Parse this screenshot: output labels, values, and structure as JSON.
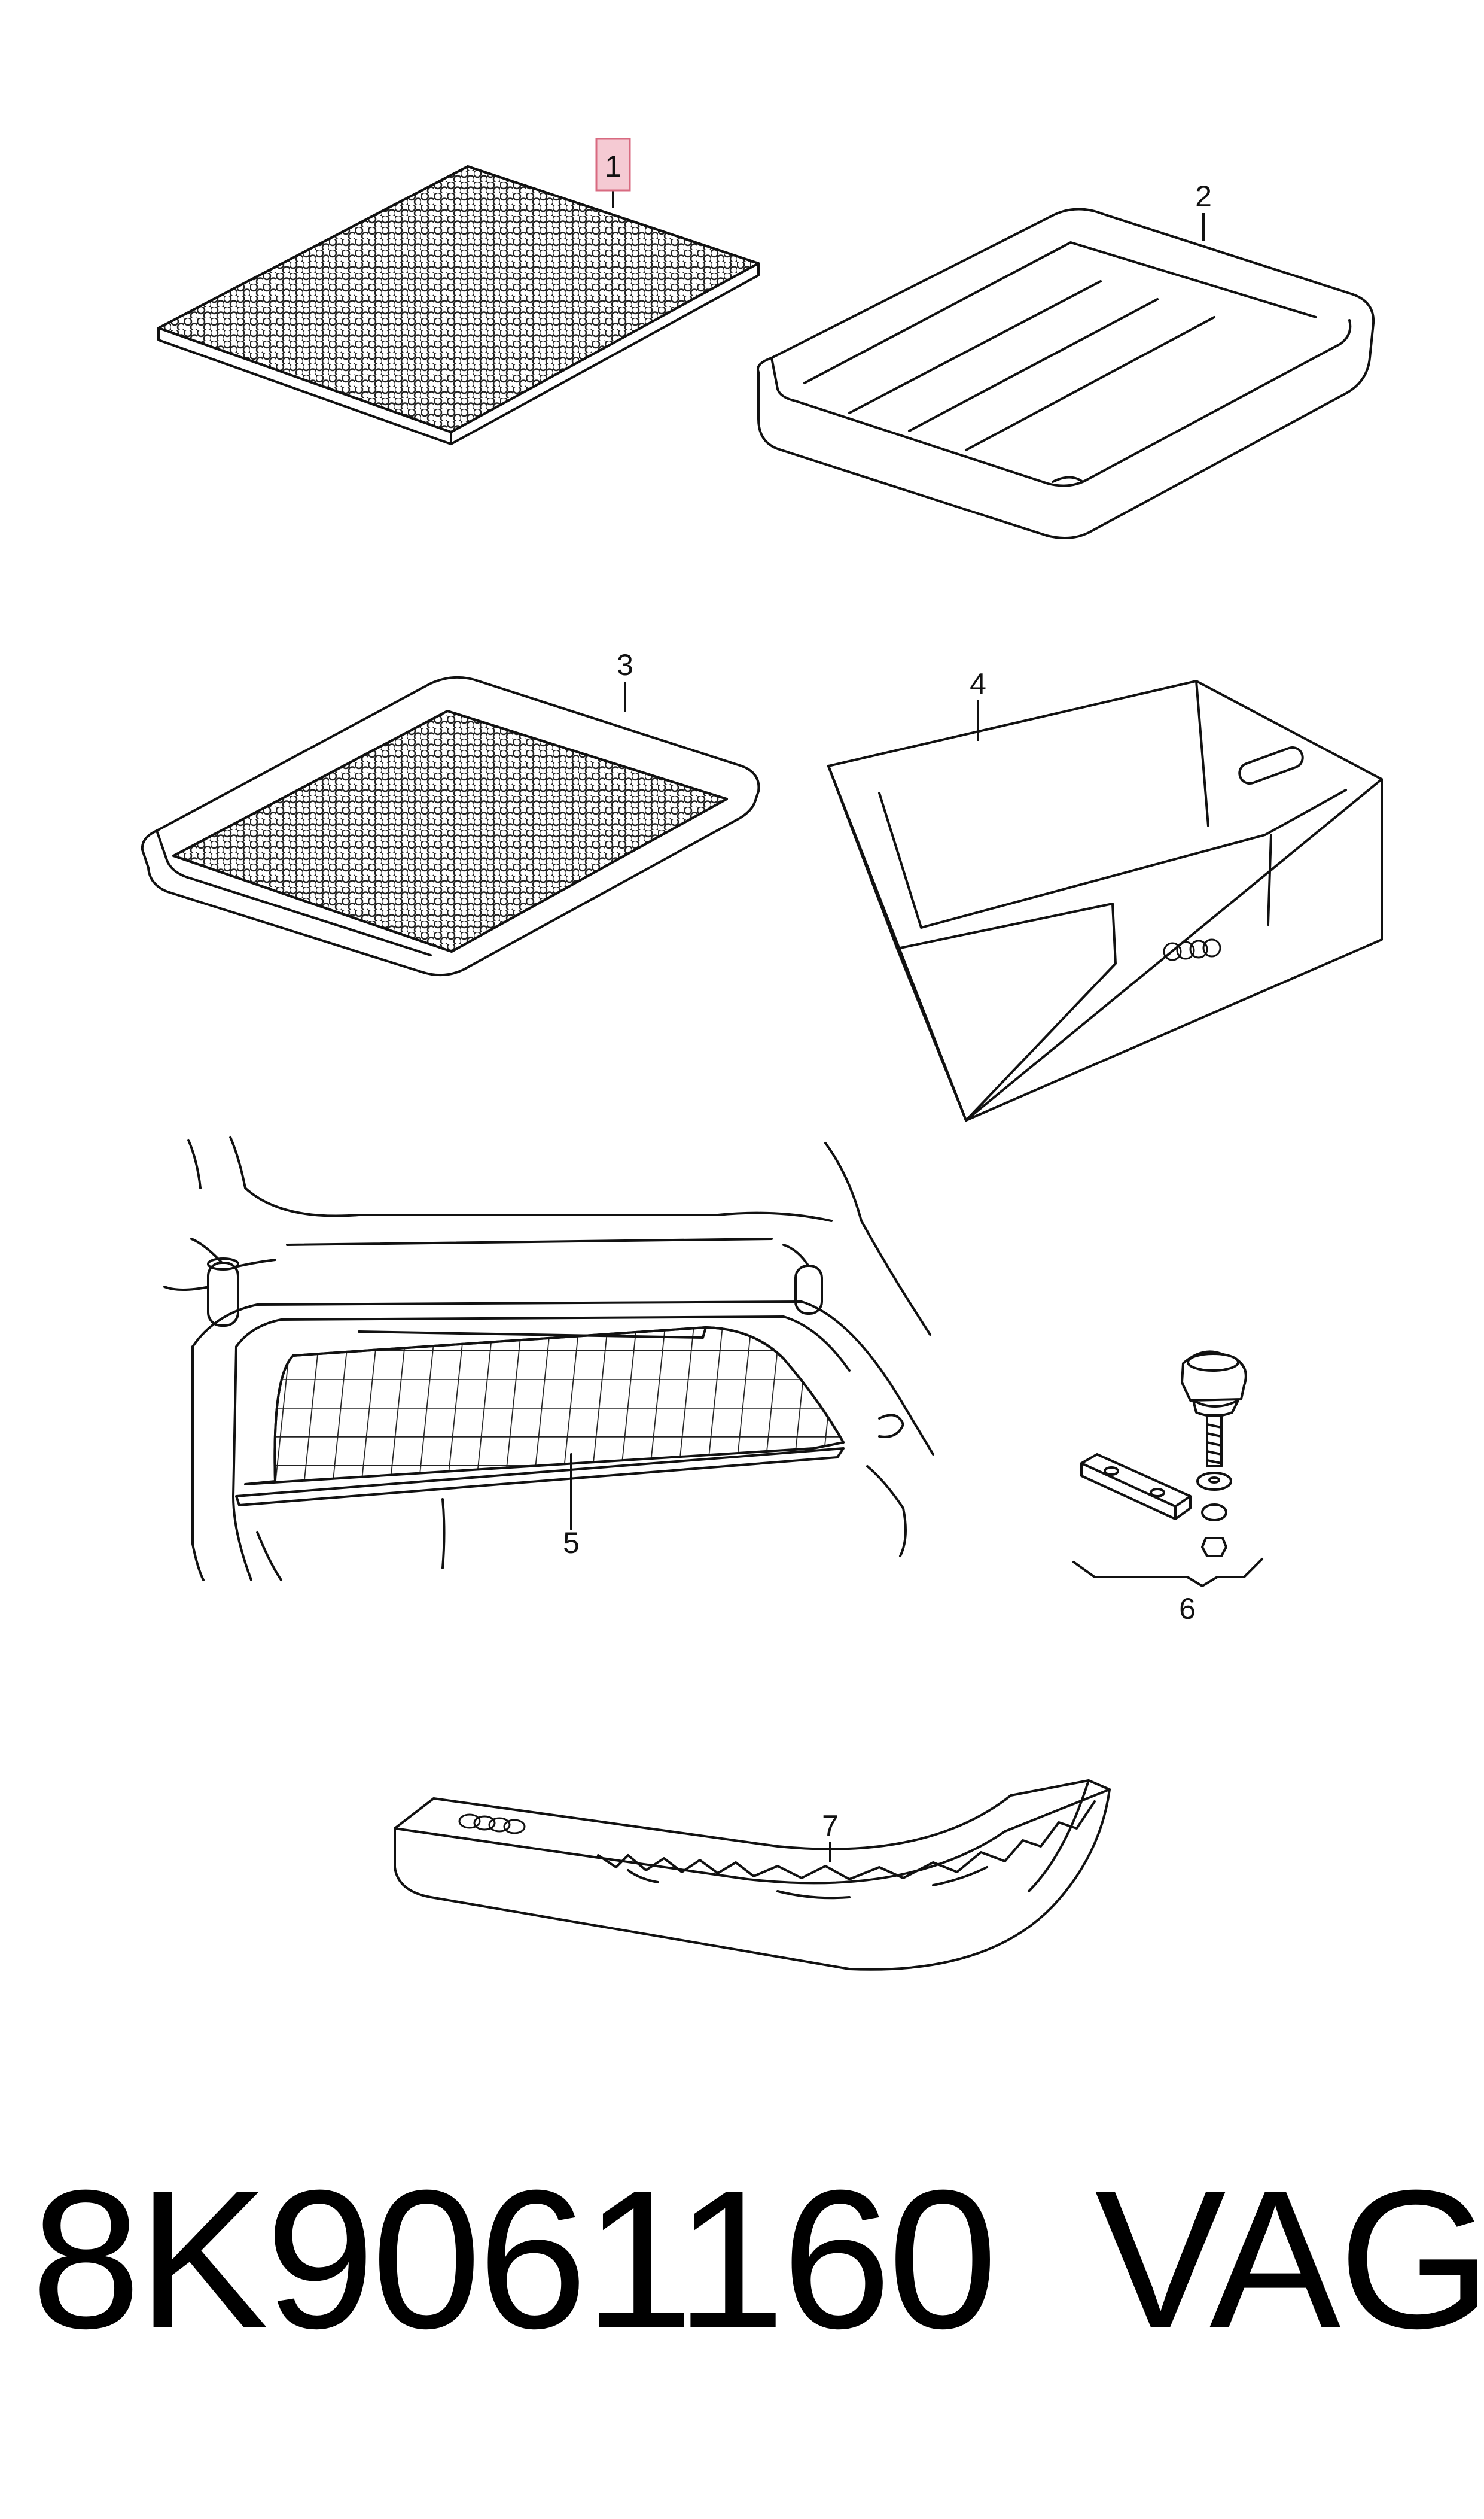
{
  "callouts": {
    "c1": "1",
    "c2": "2",
    "c3": "3",
    "c4": "4",
    "c5": "5",
    "c6": "6",
    "c7": "7"
  },
  "highlight_color": "#f2b8c4",
  "footer": {
    "part_number": "8K9061160",
    "brand": "VAG"
  }
}
